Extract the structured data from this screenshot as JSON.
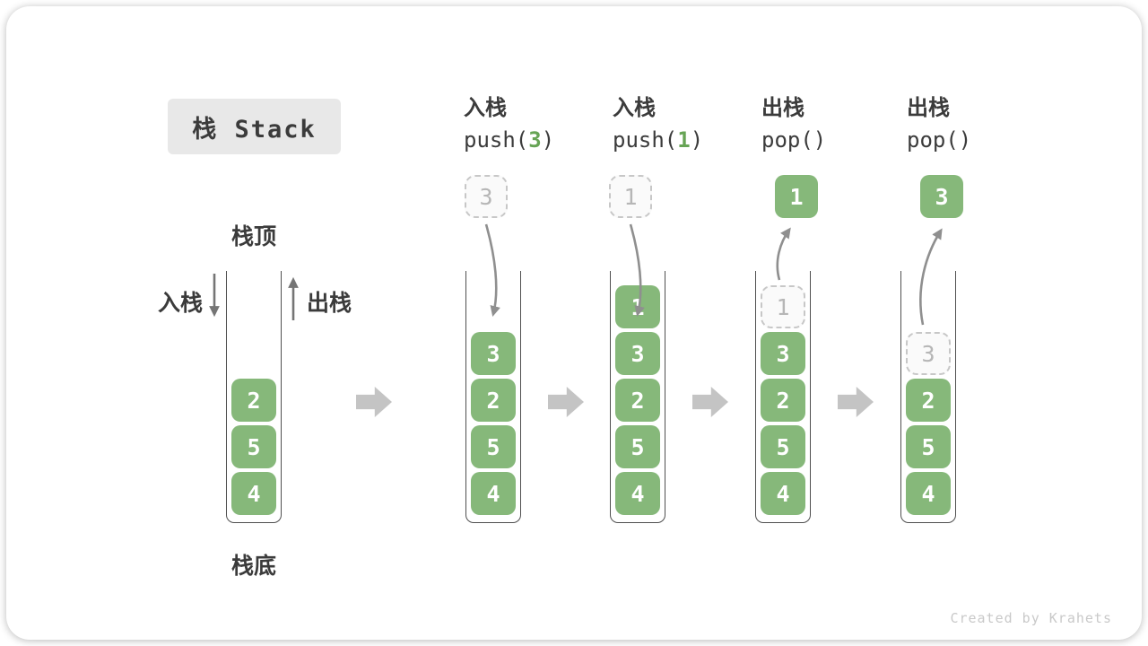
{
  "title": "栈 Stack",
  "diagram_labels": {
    "stack_top": "栈顶",
    "stack_bottom": "栈底",
    "push_side": "入栈",
    "pop_side": "出栈"
  },
  "operations": [
    {
      "title": "入栈",
      "code_pre": "push(",
      "code_arg": "3",
      "code_post": ")"
    },
    {
      "title": "入栈",
      "code_pre": "push(",
      "code_arg": "1",
      "code_post": ")"
    },
    {
      "title": "出栈",
      "code_pre": "pop()",
      "code_arg": "",
      "code_post": ""
    },
    {
      "title": "出栈",
      "code_pre": "pop()",
      "code_arg": "",
      "code_post": ""
    }
  ],
  "stacks": [
    {
      "name": "initial",
      "floating": null,
      "cells": [
        {
          "value": "2"
        },
        {
          "value": "5"
        },
        {
          "value": "4"
        }
      ]
    },
    {
      "name": "after-push-3",
      "floating": {
        "value": "3",
        "variant": "ghost"
      },
      "cells": [
        {
          "value": "3"
        },
        {
          "value": "2"
        },
        {
          "value": "5"
        },
        {
          "value": "4"
        }
      ]
    },
    {
      "name": "after-push-1",
      "floating": {
        "value": "1",
        "variant": "ghost"
      },
      "cells": [
        {
          "value": "1"
        },
        {
          "value": "3"
        },
        {
          "value": "2"
        },
        {
          "value": "5"
        },
        {
          "value": "4"
        }
      ]
    },
    {
      "name": "after-pop-1",
      "floating": {
        "value": "1",
        "variant": "solid"
      },
      "cells": [
        {
          "value": "1",
          "variant": "ghost"
        },
        {
          "value": "3"
        },
        {
          "value": "2"
        },
        {
          "value": "5"
        },
        {
          "value": "4"
        }
      ]
    },
    {
      "name": "after-pop-3",
      "floating": {
        "value": "3",
        "variant": "solid"
      },
      "cells": [
        {
          "value": "3",
          "variant": "ghost"
        },
        {
          "value": "2"
        },
        {
          "value": "5"
        },
        {
          "value": "4"
        }
      ]
    }
  ],
  "watermark": "Created by Krahets",
  "colors": {
    "cell_green": "#86b87a",
    "code_arg_green": "#67a455",
    "text_dark": "#3b3b3b",
    "ghost_gray": "#b6b6b6",
    "curve_arrow_gray": "#8f8f8f",
    "straight_arrow_gray": "#757575",
    "block_arrow_gray": "#c4c4c4",
    "title_bg": "#e8e8e8"
  }
}
